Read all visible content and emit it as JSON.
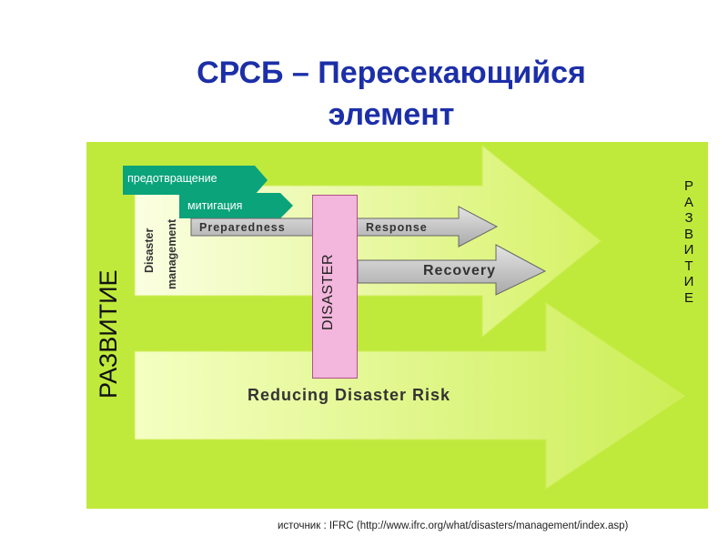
{
  "title": {
    "line1": "СРСБ – Пересекающийся",
    "line2": "элемент"
  },
  "labels": {
    "razvitie_left": "РАЗВИТИЕ",
    "razvitie_right_letters": [
      "Р",
      "А",
      "З",
      "В",
      "И",
      "Т",
      "И",
      "Е"
    ],
    "disaster_management_line1": "Disaster",
    "disaster_management_line2": "management",
    "prevention": "предотвращение",
    "mitigation": "митигация",
    "preparedness": "Preparedness",
    "response": "Response",
    "recovery": "Recovery",
    "disaster": "DISASTER",
    "reducing_risk": "Reducing Disaster Risk"
  },
  "source": "источник : IFRC (http://www.ifrc.org/what/disasters/management/index.asp)",
  "colors": {
    "title": "#1c2fa8",
    "panel": "#bfea3c",
    "big_arrow": "#e6fa88",
    "green_tag": "#0aa37a",
    "grey_arrow": "#c4c4c4",
    "disaster_box": "#f3b6dc"
  }
}
